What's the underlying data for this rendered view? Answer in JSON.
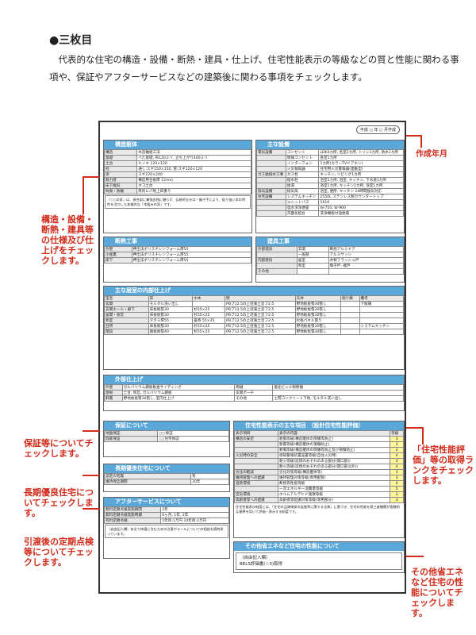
{
  "heading": "●三枚目",
  "intro": "代表的な住宅の構造・設備・断熱・建具・仕上げ、住宅性能表示の等級などの質と性能に関わる事項や、保証やアフターサービスなどの建築後に関わる事項をチェックします。",
  "annotations": {
    "date": "作成年月",
    "structure": "構造・設備・断熱・建具等の仕様及び仕上げをチェックします。",
    "warranty": "保証等についてチェックします。",
    "longlife": "長期優良住宅についてチェックします。",
    "inspection": "引渡後の定期点検等についてチェックします。",
    "performance": "「住宅性能評価」等の取得ランクをチェックします。",
    "energy": "その他省エネなど住宅の性能についてチェックします。"
  },
  "sheet": {
    "date_label": "平成 ○ 年 ○ 月作成",
    "sections": {
      "structure": "構造躯体",
      "equipment": "主な設備",
      "insulation": "断熱工事",
      "fittings": "建具工事",
      "interior": "主な居室の内部仕上げ",
      "exterior": "外部仕上げ",
      "warranty": "保証について",
      "longlife": "長期優良住宅について",
      "after": "アフターサービスについて",
      "performance": "住宅性能表示の主な項目 （設計住宅性能評価）",
      "energy": "その他省エネなど住宅の性能について"
    },
    "structure_rows": [
      [
        "構造",
        "木造軸組工法"
      ],
      [
        "基礎",
        "ベた基礎, 布120ミリ, 立ち上がり400ミリ"
      ],
      [
        "土台",
        "ヒノキ 120×120"
      ],
      [
        "柱",
        "通し:スギ150×150, 管:スギ120×120"
      ],
      [
        "梁",
        "スギ120×240"
      ],
      [
        "耐力壁",
        "構造用合板厚 12mm"
      ],
      [
        "床下換気",
        "ネコ土台"
      ],
      [
        "防腐・防蟻",
        "民的にパ地上四重り"
      ]
    ],
    "structure_note": "「○○の家」は、接合部に補強金物に頼らず、伝統的な仕口・継ぎ手により、粘り強い木の特性を活かした本格的な「木組みの家」です。",
    "equipment_rows": [
      [
        "電気設備",
        "コンセント",
        "LDK4カ所, 各室2カ所, トイレ1カ所, 防水1カ所"
      ],
      [
        "",
        "情報コンセント",
        "各室1カ所"
      ],
      [
        "",
        "インターフォン",
        "1カ所(カラーTVドアホン)"
      ],
      [
        "",
        "火災報知器",
        "住宅用火災警報器(連動型)"
      ],
      [
        "ガス給排水工事",
        "ガス栓",
        "キッチン, リビング1カ所"
      ],
      [
        "",
        "給水栓",
        "浴室1カ所, 浴室, キッチン, 下水道1カ所"
      ],
      [
        "",
        "給湯",
        "浴室1カ所, キッチン1カ所, 浴室1カ所"
      ],
      [
        "換気設備",
        "換気扇",
        "浴室, 便所, キッチン 24時間換気対応"
      ],
      [
        "住宅設備",
        "システムキッチン",
        "2550L ステンレス製カウンタートップ"
      ],
      [
        "",
        "ユニットバス",
        "1616"
      ],
      [
        "",
        "温水洗浄便座",
        "W-750, W-900"
      ],
      [
        "",
        "洗面化粧台",
        "洗浄機能付温便座"
      ]
    ],
    "insulation_rows": [
      [
        "外壁",
        "押出法ポリスチレンフォーム厚55"
      ],
      [
        "小屋裏",
        "押出法ポリスチレンフォーム厚55"
      ],
      [
        "床下",
        "押出法ポリスチレンフォーム厚55"
      ]
    ],
    "fittings_rows": [
      [
        "外部建具",
        "玄関",
        "断熱アルミドア"
      ],
      [
        "",
        "一般部",
        "アルミサッシ"
      ],
      [
        "内部建具",
        "居室",
        "木製フラッシュ戸"
      ],
      [
        "",
        "和室",
        "障子戸, 襖戸"
      ],
      [
        "その他",
        "",
        ""
      ]
    ],
    "interior_header": [
      "室名",
      "床",
      "巾木",
      "壁",
      "天井",
      "廻り縁",
      "備考"
    ],
    "interior_rows": [
      [
        "玄関",
        "モルタル洗い出し",
        "",
        "PBプ12.5の上珪藻土塗フ2.5",
        "野地板板張30張し",
        "",
        "下駄箱"
      ],
      [
        "玄関ホール・廊下",
        "床板板張30",
        "杉55×25",
        "PBプ12.5の上珪藻土塗フ2.5",
        "野地板板張30張し",
        "",
        ""
      ],
      [
        "居間・食堂",
        "床板板張30",
        "杉55×25",
        "PBプ12.5の上珪藻土塗フ2.5",
        "野地板板張30張し",
        "",
        ""
      ],
      [
        "和室",
        "タタミ厚55",
        "畳寄 55×35",
        "PBプ12.5の上珪藻土塗フ2.5",
        "杉板パネル張り",
        "",
        ""
      ],
      [
        "台所",
        "床板板張30",
        "杉55×25",
        "PBプ12.5の上珪藻土塗フ2.5",
        "野地板板張30張し",
        "",
        "システムキッチン"
      ],
      [
        "階段",
        "踏板板張40",
        "杉55×25",
        "PBプ12.5の上珪藻土塗フ2.5",
        "野地板板張30張し",
        "",
        ""
      ]
    ],
    "exterior_rows": [
      [
        "外壁",
        "ガルバリウム鋼板板金サイディング",
        "雨樋",
        "塩化ビニル製軒樋"
      ],
      [
        "屋根",
        "土台, 和瓦, ガルバリウム鋼板",
        "玄関ポーチ",
        ""
      ],
      [
        "軒裏",
        "野地板板張30張し, 室内仕上げ",
        "その他",
        "土間コンクリート下地, モルタル洗い出し"
      ]
    ],
    "warranty_rows": [
      [
        "地盤保証",
        "○○保証"
      ],
      [
        "瑕疵保証",
        "△△住宅保証"
      ]
    ],
    "longlife_rows": [
      [
        "認定の有無",
        "有"
      ],
      [
        "維持保全期間",
        "30年"
      ]
    ],
    "after_rows": [
      [
        "無料定期点検実施期間",
        "2年"
      ],
      [
        "無料定期点検実施時期",
        "6ヶ月, 1年, 2年"
      ],
      [
        "有料定期点検",
        "5年目:1万円 10年目:2万円"
      ]
    ],
    "after_note": "（自由記入欄）安全で快適に住むための注意やルールについての相談を随時承っています。",
    "performance_header": [
      "表示項目",
      "表示の内容",
      "等級"
    ],
    "performance_rows": [
      [
        "構造の安定",
        "耐震等級(構造躯体の倒壊等防止)",
        "3"
      ],
      [
        "",
        "耐震等級(構造躯体の損傷防止)",
        "3"
      ],
      [
        "",
        "耐風等級(構造躯体の倒壊等防止及び損傷防止)",
        "2"
      ],
      [
        "火災時の安全",
        "感知警報装置設置等級(自住火災時)",
        "4"
      ],
      [
        "",
        "耐火等級(延焼のおそれのある部分(開口部))",
        "3"
      ],
      [
        "",
        "耐火等級(延焼のおそれのある部分(開口部以外))",
        "4"
      ],
      [
        "劣化の軽減",
        "劣化対策等級(構造躯体等)",
        "3"
      ],
      [
        "維持管理への配慮",
        "維持管理対策等級(専用配管)",
        "3"
      ],
      [
        "温熱環境",
        "断熱等性能等級",
        "4"
      ],
      [
        "",
        "一次エネルギー消費量等級",
        "5"
      ],
      [
        "空気環境",
        "ホルムアルデヒド発散等級",
        "3"
      ],
      [
        "高齢者等への配慮",
        "高齢者等配慮対策等級(専用部分)",
        "3"
      ]
    ],
    "performance_note": "住宅性能表示制度とは、「住宅の品質確保の促進等に関する法律」に基づき、住宅の性能を第三者機関が客観的な基準を用いて評価・表示する制度です。",
    "energy_note": "（自由記入欄）",
    "energy_value": "BELS評価書(☆3)取得"
  }
}
